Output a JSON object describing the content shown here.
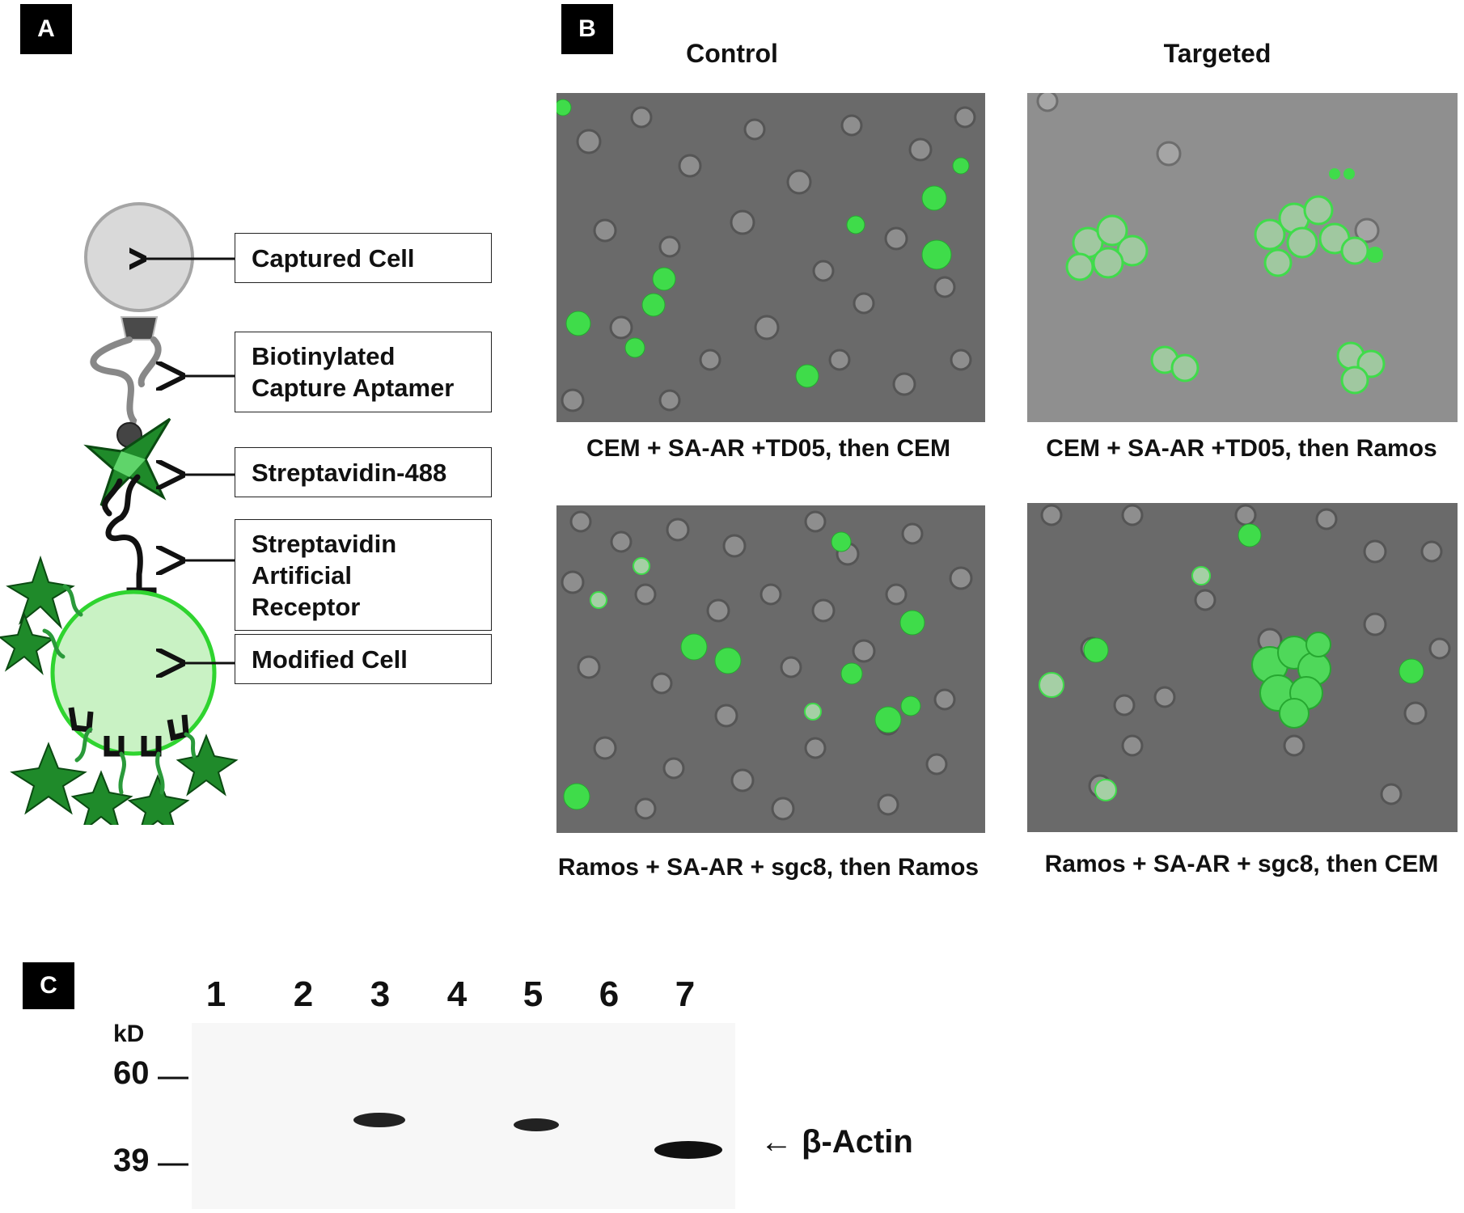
{
  "panel_a": {
    "letter": "A",
    "labels": {
      "captured_cell": "Captured Cell",
      "capture_aptamer_line1": "Biotinylated",
      "capture_aptamer_line2": "Capture Aptamer",
      "streptavidin": "Streptavidin-488",
      "receptor_line1": "Streptavidin",
      "receptor_line2": "Artificial",
      "receptor_line3": "Receptor",
      "modified_cell": "Modified Cell"
    }
  },
  "panel_b": {
    "letter": "B",
    "columns": {
      "control": "Control",
      "targeted": "Targeted"
    },
    "captions": {
      "top_left": "CEM + SA-AR +TD05, then CEM",
      "top_right": "CEM + SA-AR +TD05, then Ramos",
      "bottom_left": "Ramos + SA-AR + sgc8, then Ramos",
      "bottom_right": "Ramos + SA-AR + sgc8, then CEM"
    }
  },
  "panel_c": {
    "letter": "C",
    "lanes": [
      "1",
      "2",
      "3",
      "4",
      "5",
      "6",
      "7"
    ],
    "unit": "kD",
    "markers": [
      "60",
      "39"
    ],
    "band_label": "← β-Actin"
  },
  "colors": {
    "fluorescent_green": "#3fdc4a",
    "micrograph_gray_light": "#8e8e8e",
    "micrograph_gray_dark": "#5e5e5e",
    "modified_cell_fill": "#c9f2c4",
    "captured_cell_fill": "#d9d9d9"
  }
}
